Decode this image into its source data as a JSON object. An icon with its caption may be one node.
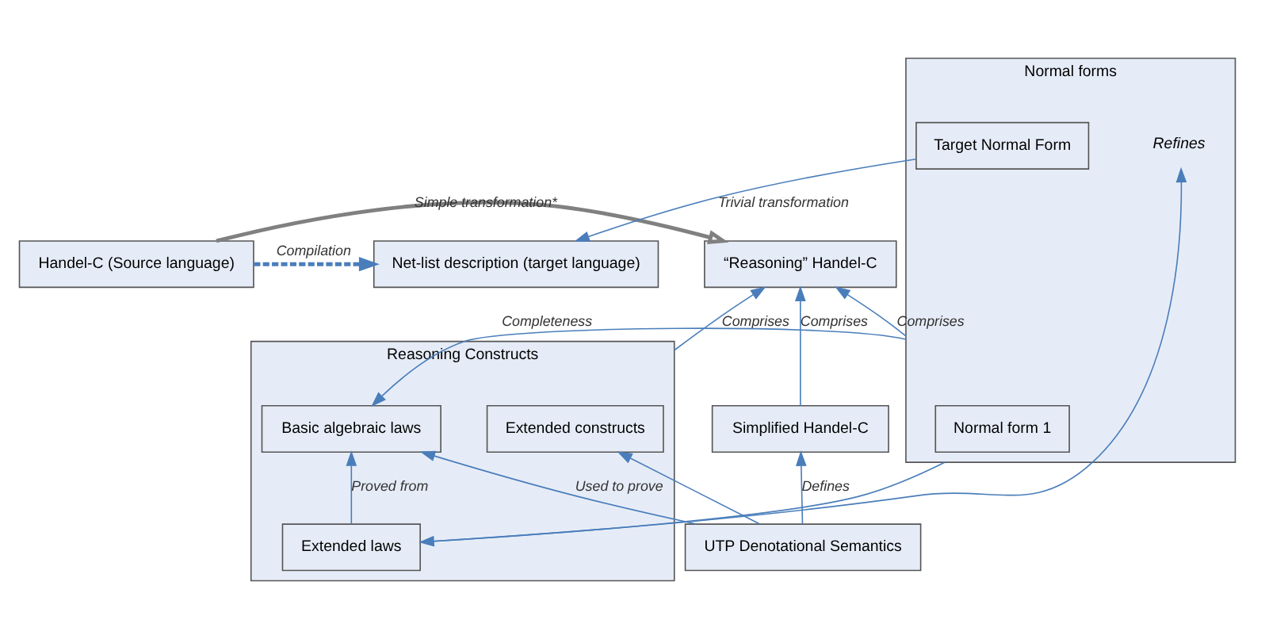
{
  "diagram": {
    "nodes": [
      {
        "text": [
          "Handel-C (Source language)"
        ]
      },
      {
        "text": [
          "“Reasoning” Handel-C"
        ]
      },
      {
        "text": [
          "Net-list description (target language)"
        ]
      },
      {
        "text": [
          "Simplified Handel-C"
        ]
      },
      {
        "text": [
          "Reasoning Constructs"
        ]
      },
      {
        "text": [
          "Extended constructs"
        ],
        "in": 4
      },
      {
        "text": [
          "Basic algebraic laws"
        ],
        "in": 4
      },
      {
        "text": [
          "Extended laws"
        ],
        "in": 4
      },
      {
        "text": [
          "Normal forms"
        ]
      },
      {
        "text": [
          "Normal form 1"
        ],
        "in": 8
      },
      {
        "text": [
          "Refines"
        ],
        "in": 8
      },
      {
        "text": [
          "Target Normal Form"
        ],
        "in": 8
      },
      {
        "text": [
          "UTP Denotational Semantics"
        ]
      }
    ],
    "edges": [
      {
        "from": 0,
        "to": 2,
        "arrow": "to",
        "label": "Compilation",
        "style": "dashed"
      },
      {
        "from": 0,
        "to": 1,
        "arrow": "to",
        "label": "Simple transformation*",
        "style": "thick",
        "color": "#808080"
      },
      {
        "from": 3,
        "to": 1,
        "arrow": "to",
        "label": "Comprises"
      },
      {
        "from": 4,
        "to": 1,
        "arrow": "to",
        "label": "Comprises"
      },
      {
        "from": 8,
        "to": 1,
        "arrow": "to",
        "label": "Comprises"
      },
      {
        "from": 12,
        "to": 3,
        "arrow": "to",
        "label": "Defines"
      },
      {
        "from": 12,
        "to": 5,
        "arrow": "to"
      },
      {
        "from": 12,
        "to": 6,
        "arrow": "to",
        "label": "Used to prove"
      },
      {
        "from": 7,
        "to": 6,
        "arrow": "to",
        "label": "Proved from"
      },
      {
        "from": 8,
        "to": 6,
        "arrow": "to",
        "label": "Completeness"
      },
      {
        "from": 8,
        "to": 7,
        "arrow": "to"
      },
      {
        "from": 7,
        "to": 10,
        "arrow": "to"
      },
      {
        "from": 11,
        "to": 2,
        "arrow": "to",
        "label": "Trivial transformation"
      }
    ]
  }
}
